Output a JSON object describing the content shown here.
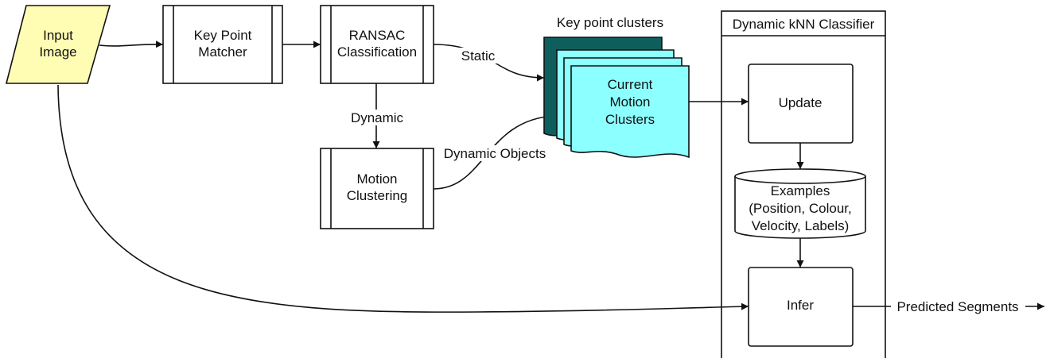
{
  "colors": {
    "input_fill": "#fffdb3",
    "cluster_back": "#0e5e5e",
    "cluster_front": "#8cffff",
    "stroke": "#111111"
  },
  "nodes": {
    "input_image": [
      "Input",
      "Image"
    ],
    "key_point_matcher": [
      "Key Point",
      "Matcher"
    ],
    "ransac": [
      "RANSAC",
      "Classification"
    ],
    "motion_clustering": [
      "Motion",
      "Clustering"
    ],
    "clusters_title": "Key point clusters",
    "current_clusters": [
      "Current",
      "Motion",
      "Clusters"
    ],
    "knn_title": "Dynamic kNN Classifier",
    "update": "Update",
    "examples": [
      "Examples",
      "(Position,  Colour,",
      "Velocity, Labels)"
    ],
    "infer": "Infer"
  },
  "edges": {
    "static": "Static",
    "dynamic": "Dynamic",
    "dynamic_objects": "Dynamic Objects",
    "predicted_segments": "Predicted Segments"
  }
}
